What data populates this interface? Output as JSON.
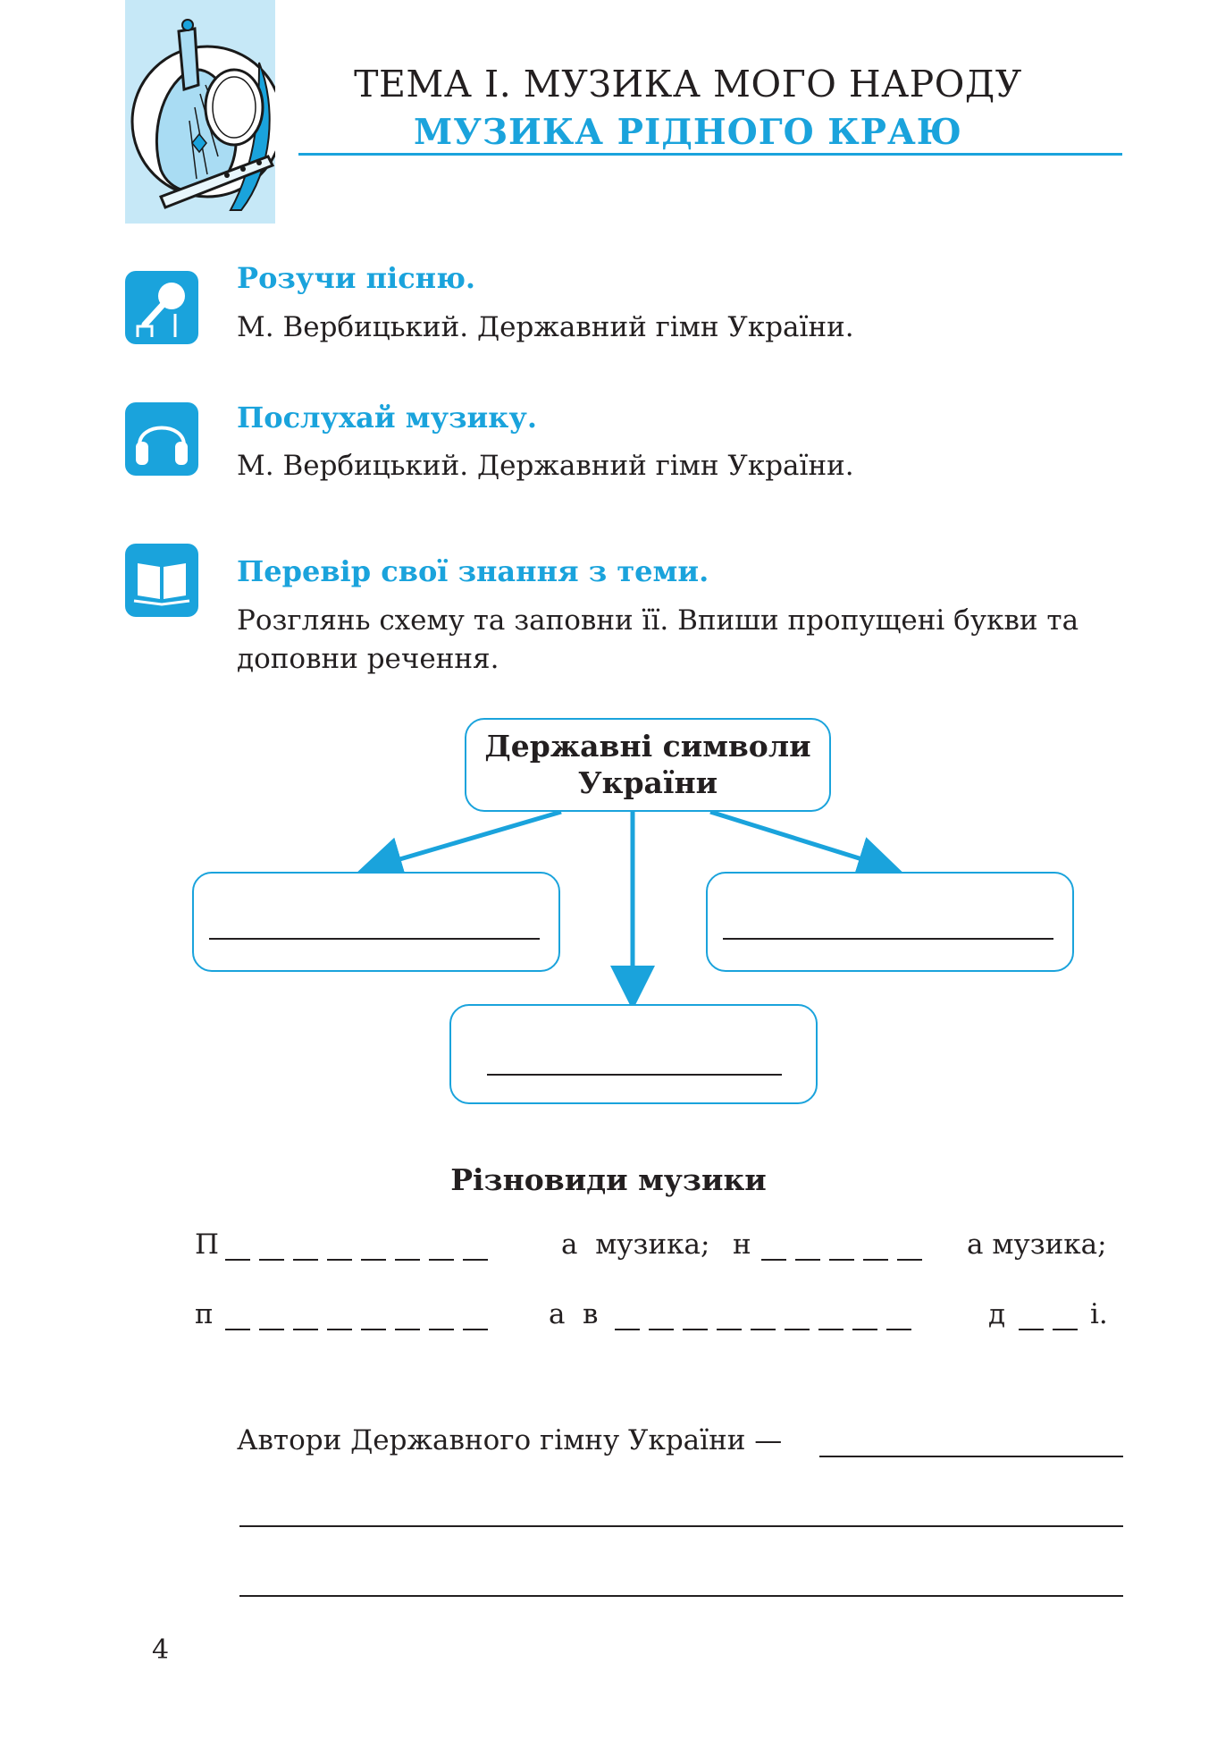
{
  "header": {
    "topic": "ТЕМА І. МУЗИКА МОГО НАРОДУ",
    "lesson": "МУЗИКА РІДНОГО КРАЮ"
  },
  "sections": [
    {
      "icon": "microphone-icon",
      "heading": "Розучи пісню.",
      "text": "М. Вербицький. Державний гімн України."
    },
    {
      "icon": "headphones-icon",
      "heading": "Послухай музику.",
      "text": "М. Вербицький. Державний гімн України."
    },
    {
      "icon": "book-icon",
      "heading": "Перевір свої знання з теми.",
      "text_line1": "Розглянь схему та заповни її. Впиши пропущені букви та",
      "text_line2": "доповни речення."
    }
  ],
  "diagram": {
    "root_line1": "Державні символи",
    "root_line2": "України"
  },
  "music_types": {
    "title": "Різновиди музики",
    "row1_a_start": "П",
    "row1_a_end": "а  музика;",
    "row1_b_start": "н",
    "row1_b_end": "а музика;",
    "row2_a_start": "п",
    "row2_a_end": "а",
    "row2_b_start": "в",
    "row2_c_start": "д",
    "row2_c_end": "і."
  },
  "authors": {
    "label": "Автори Державного гімну України —"
  },
  "footer": {
    "page_number": "4"
  },
  "colors": {
    "accent": "#1aa3dc",
    "corner_background": "#c6e8f7",
    "text": "#231f20"
  }
}
